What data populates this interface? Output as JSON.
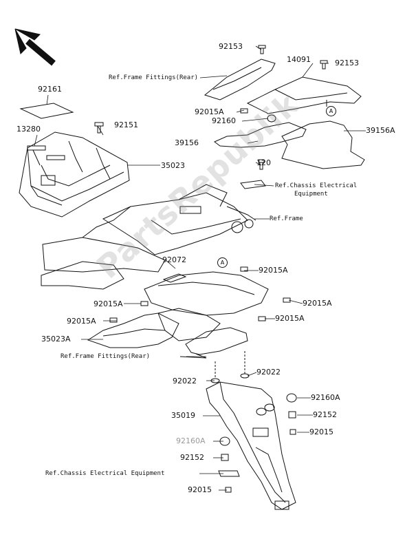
{
  "watermark": "PartsRepublik",
  "labels": {
    "p92153_left": "92153",
    "p92153_right": "92153",
    "p14091": "14091",
    "ref_frame_fittings_rear_top": "Ref.Frame Fittings(Rear)",
    "p92015A_top": "92015A",
    "p92160": "92160",
    "p39156": "39156",
    "p39156A": "39156A",
    "p92161": "92161",
    "p13280": "13280",
    "p92151": "92151",
    "p35023": "35023",
    "p120": "120",
    "ref_chassis_electrical_line1": "Ref.Chassis Electrical",
    "ref_chassis_electrical_line2": "Equipment",
    "ref_frame": "Ref.Frame",
    "p92072": "92072",
    "p92015A_mid_right": "92015A",
    "p92015A_left1": "92015A",
    "p92015A_right2": "92015A",
    "p92015A_left2": "92015A",
    "p92015A_right3": "92015A",
    "p35023A": "35023A",
    "ref_frame_fittings_rear_bottom": "Ref.Frame Fittings(Rear)",
    "p92022_left": "92022",
    "p92022_right": "92022",
    "p92160A_right": "92160A",
    "p35019": "35019",
    "p92152_right": "92152",
    "p92015_right": "92015",
    "p92160A_left": "92160A",
    "p92152_left": "92152",
    "ref_chassis_electrical_bottom": "Ref.Chassis Electrical Equipment",
    "p92015_bottom": "92015"
  },
  "callouts": {
    "circle_a_upper": "A",
    "circle_a_lower": "A"
  },
  "colors": {
    "line": "#111111",
    "faded_label": "#9a9a9a",
    "watermark": "#969696"
  }
}
